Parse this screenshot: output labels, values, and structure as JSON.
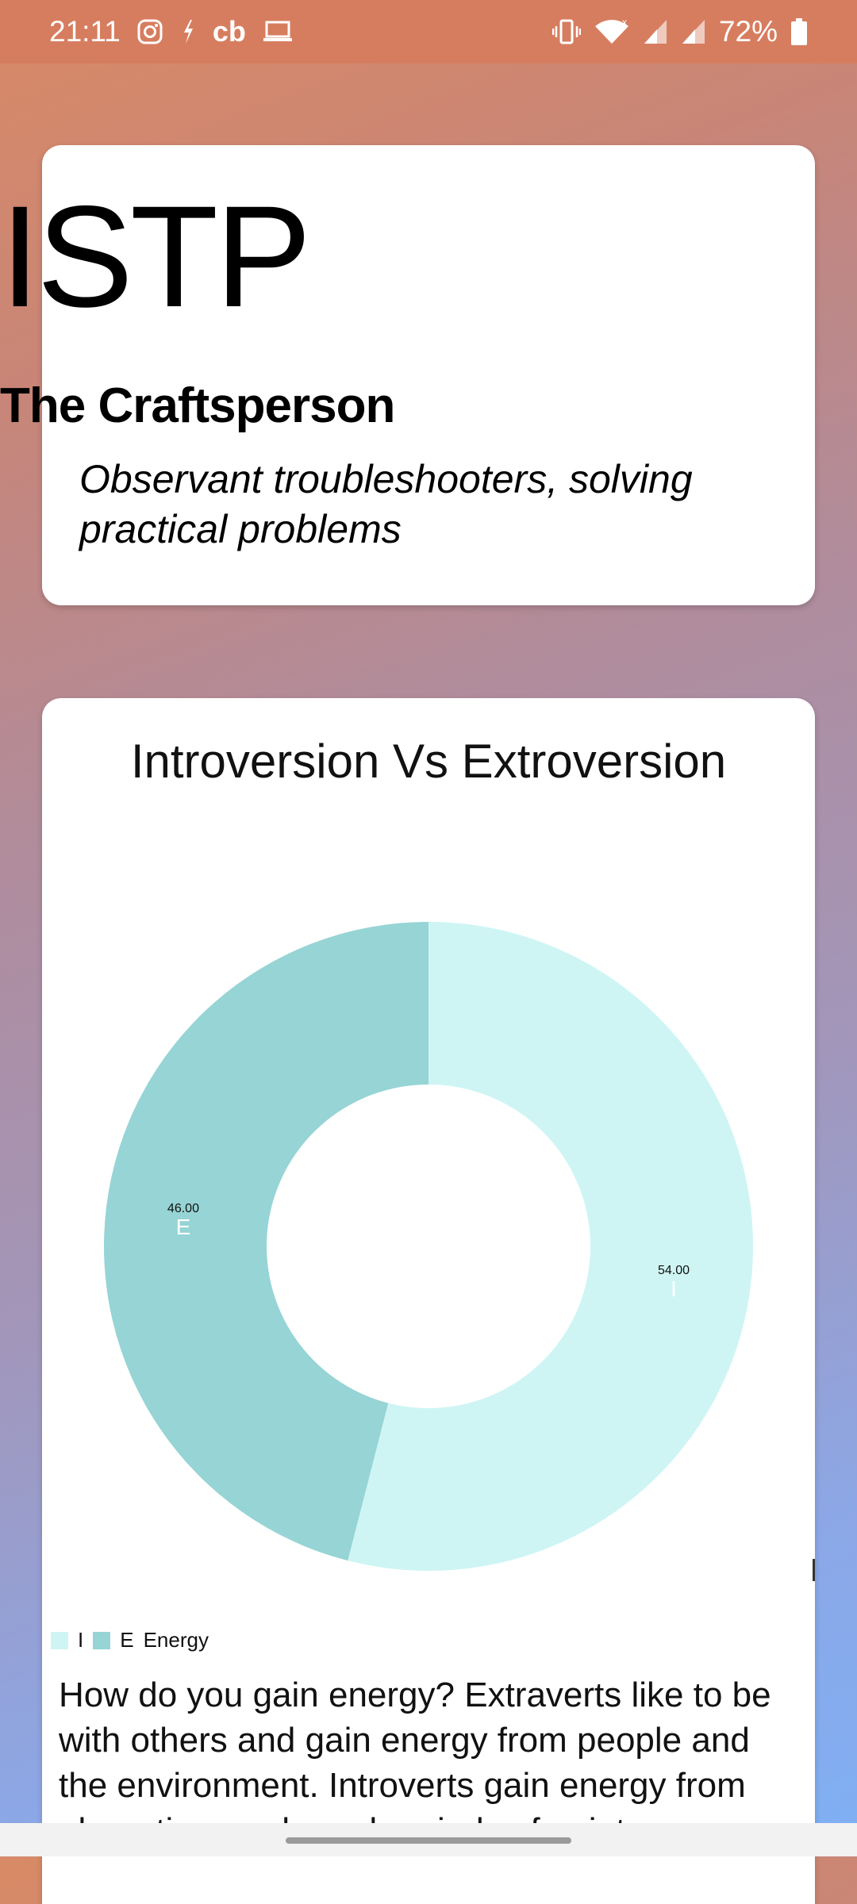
{
  "status_bar": {
    "time": "21:11",
    "battery": "72%",
    "icons": [
      "instagram-icon",
      "flash-icon",
      "cb-icon",
      "laptop-icon",
      "vibrate-icon",
      "wifi-icon",
      "signal-icon",
      "signal-icon-2",
      "battery-icon"
    ],
    "cb_label": "cb"
  },
  "type_card": {
    "code": "ISTP",
    "name": "The Craftsperson",
    "description": "Observant troubleshooters, solving practical problems"
  },
  "chart_card": {
    "title": "Introversion Vs Extroversion",
    "legend": {
      "items": [
        "I",
        "E"
      ],
      "label": "Energy"
    },
    "body_text": "How do you gain energy? Extraverts like to be with others and gain energy from people and the environment. Introverts gain energy from alone-time and need periods of quiet"
  },
  "chart_data": {
    "type": "pie",
    "labels": [
      "I",
      "E"
    ],
    "values": [
      54.0,
      46.0
    ],
    "value_labels": [
      "54.00",
      "46.00"
    ],
    "colors": [
      "#cef5f4",
      "#96d4d5"
    ],
    "legend_title": "Energy",
    "donut": true
  }
}
